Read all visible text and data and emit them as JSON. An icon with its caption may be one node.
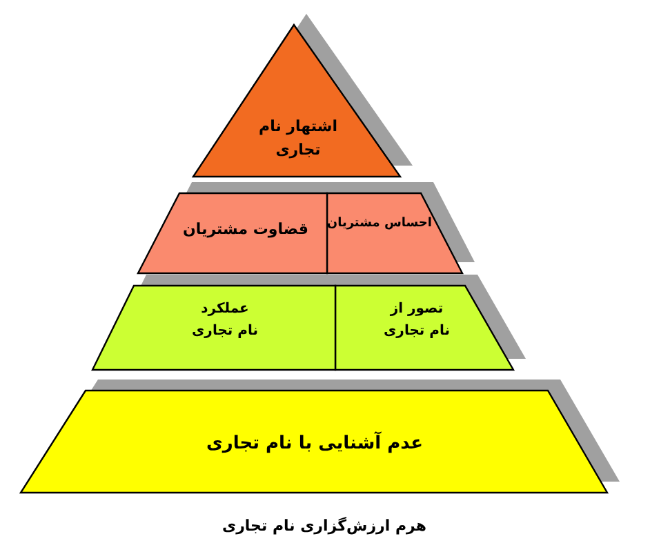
{
  "diagram": {
    "caption": "هرم ارزش‌گزاری نام تجاری",
    "nodes": [
      {
        "text": [
          "اشتهار نام تجاری"
        ]
      },
      {
        "text": [
          "احساس مشتریان"
        ]
      },
      {
        "text": [
          "قضاوت مشتریان"
        ]
      },
      {
        "text": [
          "تصور از نام تجاری"
        ]
      },
      {
        "text": [
          "عملکرد نام تجاری"
        ]
      },
      {
        "text": [
          "عدم آشنایی با نام تجاری"
        ]
      }
    ]
  }
}
